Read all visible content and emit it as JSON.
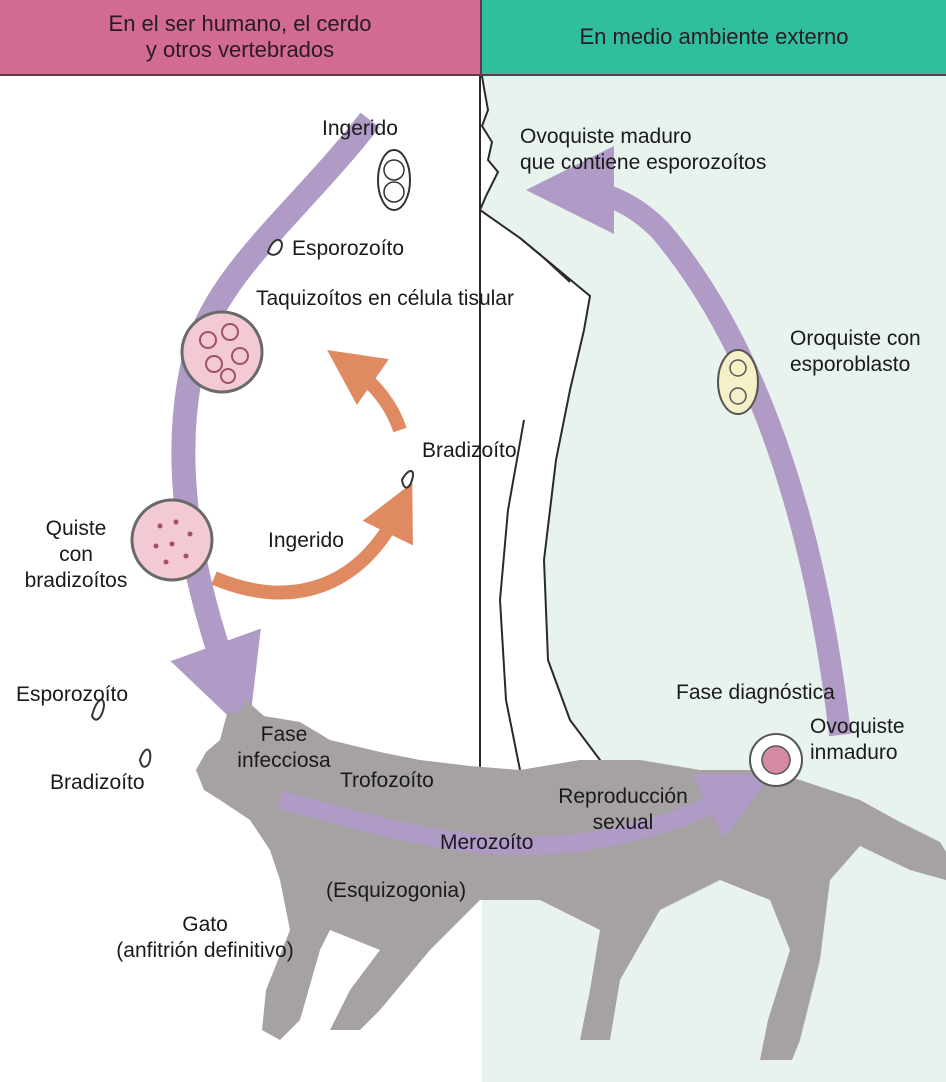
{
  "headers": {
    "left": "En el ser humano, el cerdo\ny otros vertebrados",
    "right": "En medio ambiente externo"
  },
  "labels": {
    "ingerido_top": "Ingerido",
    "ovoquiste_maduro": "Ovoquiste maduro\nque contiene esporozoítos",
    "esporozoito_top": "Esporozoíto",
    "taquizoitos": "Taquizoítos en célula tisular",
    "oroquiste": "Oroquiste con\nesporoblasto",
    "bradizoito_mid": "Bradizoíto",
    "quiste": "Quiste\ncon\nbradizoítos",
    "ingerido_mid": "Ingerido",
    "esporozoito_left": "Esporozoíto",
    "bradizoito_left": "Bradizoíto",
    "fase_diagnostica": "Fase diagnóstica",
    "ovoquiste_inmaduro": "Ovoquiste\ninmaduro",
    "fase_infecciosa": "Fase\ninfecciosa",
    "trofozoito": "Trofozoíto",
    "reproduccion": "Reproducción\nsexual",
    "merozoito": "Merozoíto",
    "esquizogonia": "(Esquizogonia)",
    "gato": "Gato\n(anfitrión definitivo)"
  },
  "colors": {
    "human_zone": "#d16b91",
    "environment_zone": "#2fbf9e",
    "environment_bg": "#e9f3ee",
    "cat": "#a6a2a3",
    "cycle_arrow": "#b09ac6",
    "ingestion_arrow": "#e08a62",
    "cyst_fill": "#f3c9d3",
    "cyst_border": "#6a6a6a"
  }
}
